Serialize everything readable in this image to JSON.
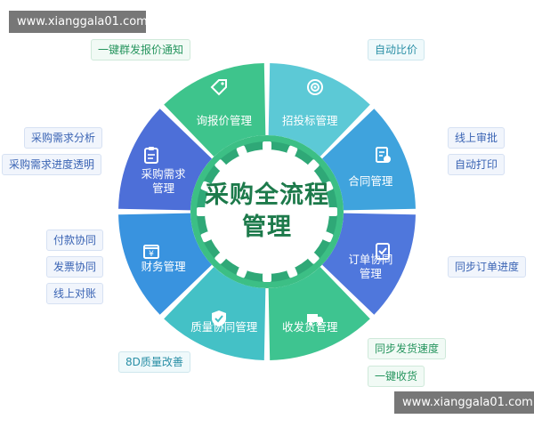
{
  "watermark": {
    "top": "www.xianggala01.com",
    "bottom": "www.xianggala01.com"
  },
  "center": {
    "line1": "采购全流程",
    "line2": "管理"
  },
  "segments": [
    {
      "label": "招投标管理",
      "icon": "target-icon",
      "color": "#5cc9d6"
    },
    {
      "label": "合同管理",
      "icon": "contract-icon",
      "color": "#3fa3dd"
    },
    {
      "label": "订单协同\n管理",
      "icon": "order-icon",
      "color": "#4f77dc"
    },
    {
      "label": "收发货管理",
      "icon": "truck-icon",
      "color": "#3ec490"
    },
    {
      "label": "质量协同管理",
      "icon": "shield-check-icon",
      "color": "#44c1c6"
    },
    {
      "label": "财务管理",
      "icon": "yen-wallet-icon",
      "color": "#3993df"
    },
    {
      "label": "采购需求\n管理",
      "icon": "clipboard-icon",
      "color": "#4d6fd8"
    },
    {
      "label": "询报价管理",
      "icon": "price-tag-icon",
      "color": "#3ec48c"
    }
  ],
  "tags": {
    "notify": "一键群发报价通知",
    "auto_compare": "自动比价",
    "demand_analysis": "采购需求分析",
    "demand_progress": "采购需求进度透明",
    "online_approval": "线上审批",
    "auto_print": "自动打印",
    "pay_coop": "付款协同",
    "invoice_coop": "发票协同",
    "online_reconcile": "线上对账",
    "sync_order": "同步订单进度",
    "quality_8d": "8D质量改善",
    "sync_ship": "同步发货速度",
    "one_click_receive": "一键收货"
  },
  "colors": {
    "inner_ring": "#2fae7a",
    "inner_ring_light": "#4ccf92",
    "center_text": "#1d7a4b"
  }
}
